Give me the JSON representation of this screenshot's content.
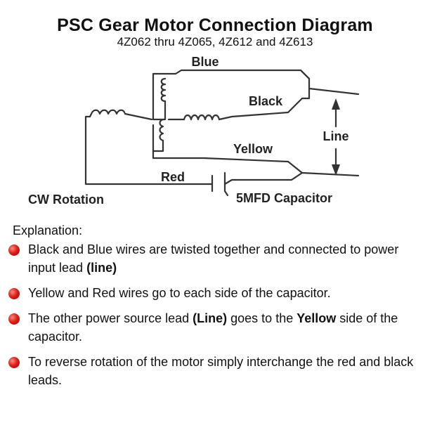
{
  "title": "PSC Gear Motor Connection Diagram",
  "subtitle": "4Z062 thru 4Z065, 4Z612 and 4Z613",
  "labels": {
    "blue": "Blue",
    "black": "Black",
    "line": "Line",
    "yellow": "Yellow",
    "red": "Red",
    "cw_rotation": "CW Rotation",
    "capacitor": "5MFD Capacitor"
  },
  "explanation_heading": "Explanation:",
  "bullets": [
    {
      "a": "Black and Blue wires are twisted together and connected to power input lead ",
      "b": "(line)",
      "c": ""
    },
    {
      "a": "Yellow and Red wires go to each side of the capacitor.",
      "b": "",
      "c": ""
    },
    {
      "a": "The other power source lead ",
      "b": "(Line)",
      "c": " goes to the ",
      "d": "Yellow",
      "e": " side of the capacitor."
    },
    {
      "a": "To reverse rotation of the motor simply interchange the red and black leads.",
      "b": "",
      "c": ""
    }
  ],
  "colors": {
    "wire": "#333333",
    "bullet": "#d9231b"
  }
}
